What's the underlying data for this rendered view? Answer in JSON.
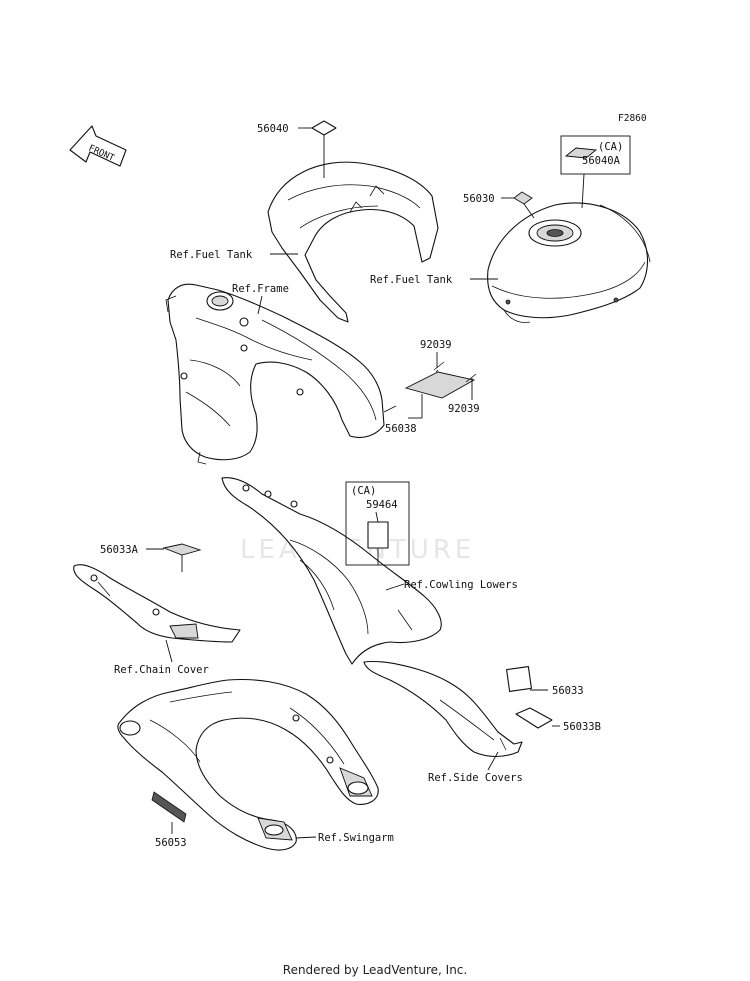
{
  "diagram": {
    "code": "F2860",
    "front_label": "FRONT",
    "watermark": "LEADVENTURE",
    "parts": {
      "p56040": "56040",
      "p56040A": "56040A",
      "p56040A_ca": "(CA)",
      "p56030": "56030",
      "p92039_top": "92039",
      "p92039_bottom": "92039",
      "p56038": "56038",
      "p59464": "59464",
      "p59464_ca": "(CA)",
      "p56033A": "56033A",
      "p56033": "56033",
      "p56033B": "56033B",
      "p56053": "56053"
    },
    "references": {
      "fuel_tank_left": "Ref.Fuel Tank",
      "fuel_tank_right": "Ref.Fuel Tank",
      "frame": "Ref.Frame",
      "cowling_lowers": "Ref.Cowling Lowers",
      "chain_cover": "Ref.Chain Cover",
      "side_covers": "Ref.Side Covers",
      "swingarm": "Ref.Swingarm"
    }
  },
  "footer": "Rendered by LeadVenture, Inc."
}
